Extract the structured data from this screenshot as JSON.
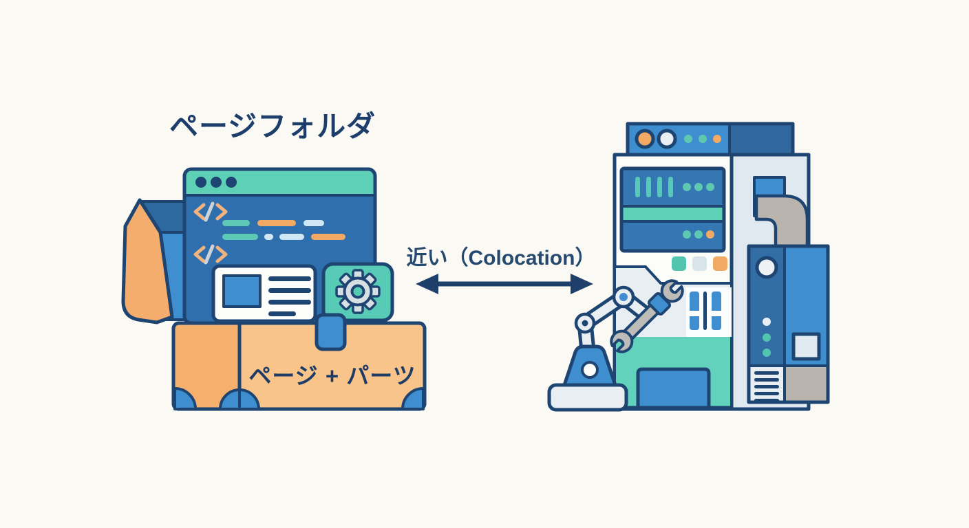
{
  "diagram": {
    "title": "ページフォルダ",
    "relation_label": "近い（Colocation）",
    "box_label": "ページ + パーツ",
    "relation": {
      "arrow": "double-headed-horizontal"
    },
    "left_figure": {
      "name": "page-folder",
      "icons": [
        "folder-flap-icon",
        "browser-window-icon",
        "code-tag-icon",
        "code-lines",
        "content-card-icon",
        "gear-icon",
        "parts-box-icon",
        "box-notch"
      ]
    },
    "right_figure": {
      "name": "build-machine",
      "icons": [
        "machine-top-bar",
        "indicator-lights",
        "server-rack-icon",
        "status-squares",
        "slider-panel-icon",
        "robot-arm-icon",
        "wrench-icon",
        "machine-door",
        "pipe-icon",
        "vent-icon",
        "side-panel-lights",
        "square-button"
      ]
    },
    "colors": {
      "background": "#faf9f3",
      "outline_navy": "#1e4571",
      "text_navy": "#1d3e6b",
      "teal": "#5ed0b6",
      "teal_bottom": "#62d2bd",
      "blue_bright": "#3f8ed0",
      "blue_mid": "#2f6fae",
      "blue_muted": "#336da6",
      "blue_dark_section": "#31679f",
      "orange": "#f2a963",
      "orange_flap": "#f5ad6e",
      "orange_box": "#f9c489",
      "orange_box_left": "#f6b06e",
      "light_panel": "#e8eef2",
      "light_column": "#dfe9ef",
      "gray_metal": "#bdbcb8",
      "gray_pipe": "#b9b5ae",
      "light_blue_bar": "#cfe6f5"
    }
  }
}
